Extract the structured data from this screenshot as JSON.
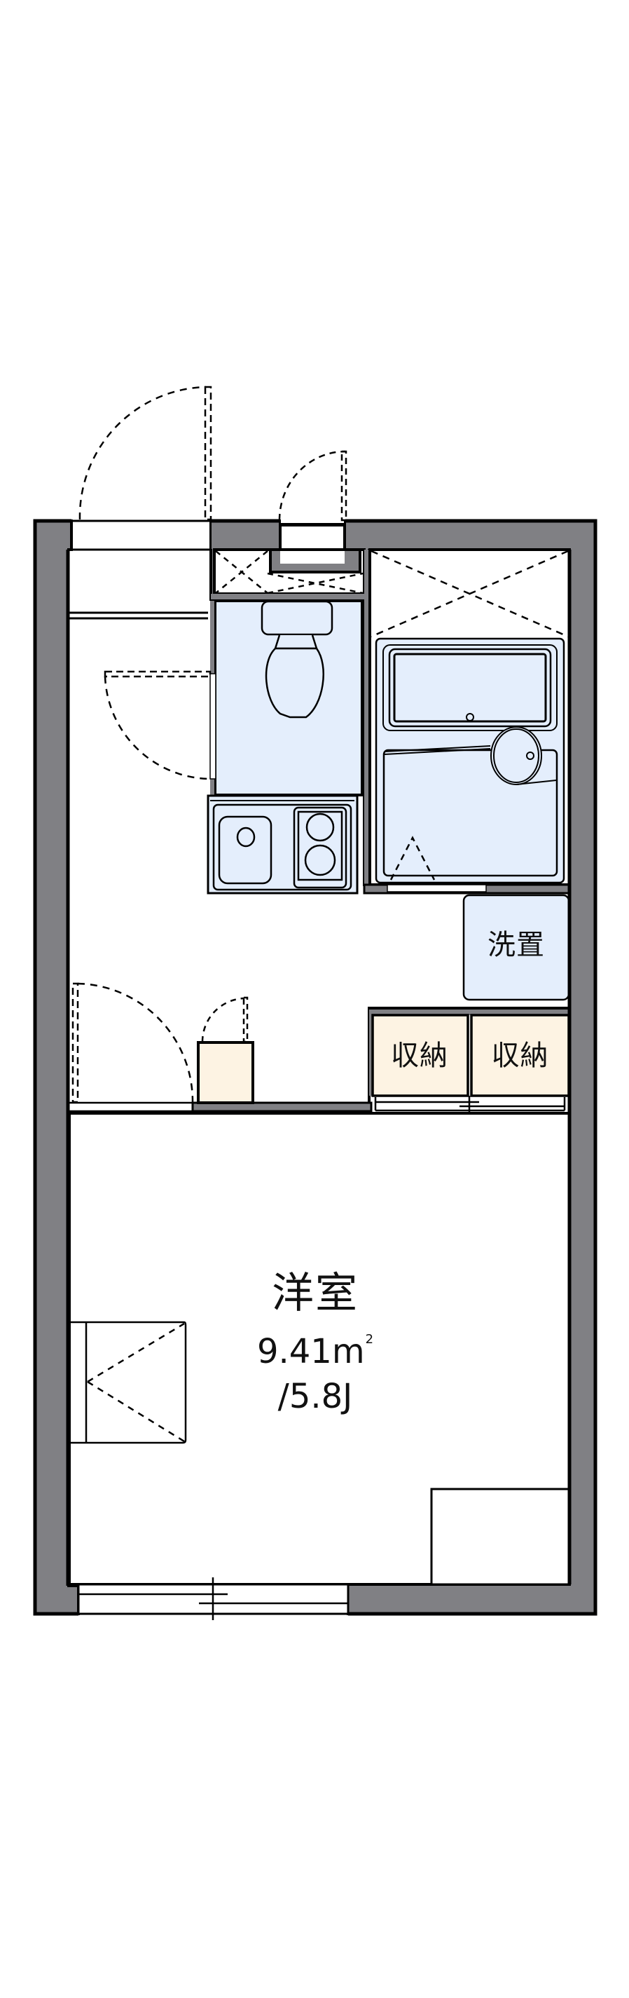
{
  "floor_plan": {
    "colors": {
      "wall": "#808084",
      "wet_area_fill": "#e4eefc",
      "storage_fill": "#fdf3e3",
      "line": "#000000",
      "background": "#ffffff"
    },
    "main_room": {
      "name": "洋室",
      "area_value": "9.41m",
      "area_unit_sup": "2",
      "tatami": "/5.8J"
    },
    "washer_space": {
      "label": "洗置"
    },
    "storage": [
      {
        "label": "収納"
      },
      {
        "label": "収納"
      }
    ],
    "fixtures": [
      "entrance-door",
      "meter-box",
      "toilet",
      "kitchen-sink",
      "two-burner-stove",
      "unit-bath",
      "washer-space",
      "shoe-cabinet",
      "closet",
      "window"
    ]
  }
}
